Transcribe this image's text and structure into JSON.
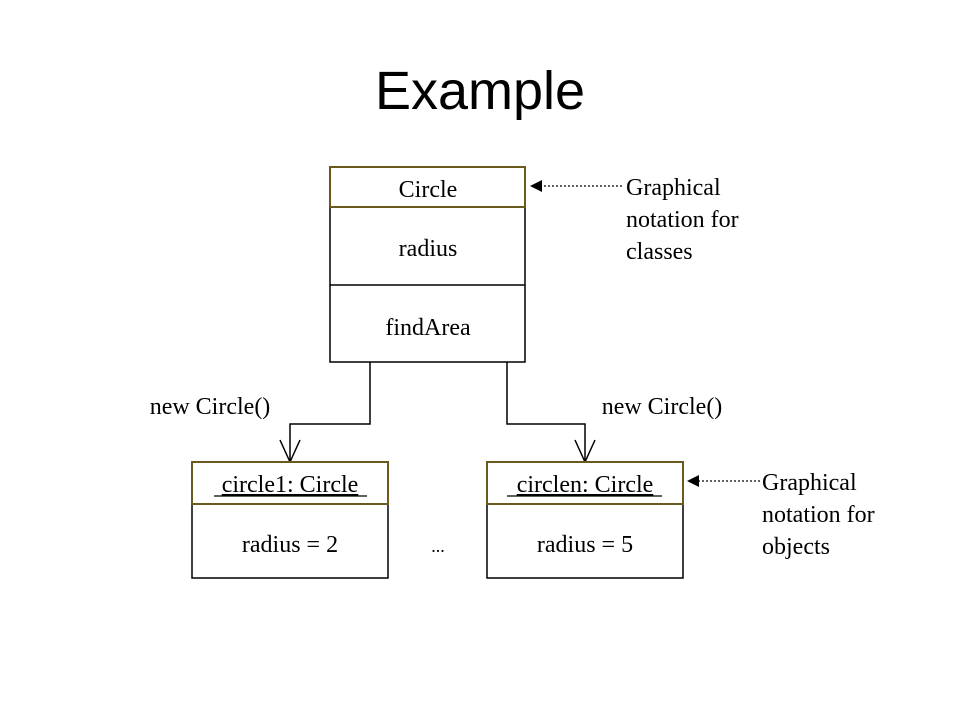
{
  "slide": {
    "title": "Example"
  },
  "class_box": {
    "name": "Circle",
    "attribute": "radius",
    "method": "findArea"
  },
  "instantiation": {
    "left_label": "new Circle()",
    "right_label": "new Circle()"
  },
  "objects": [
    {
      "name": "circle1: Circle",
      "value": "radius = 2"
    },
    {
      "name": "circlen: Circle",
      "value": "radius = 5"
    }
  ],
  "ellipsis": "...",
  "notes": {
    "classes": [
      "Graphical",
      "notation for",
      "classes"
    ],
    "objects": [
      "Graphical",
      "notation for",
      "objects"
    ]
  },
  "colors": {
    "header_border": "#6b5a1e",
    "line": "#000000"
  }
}
